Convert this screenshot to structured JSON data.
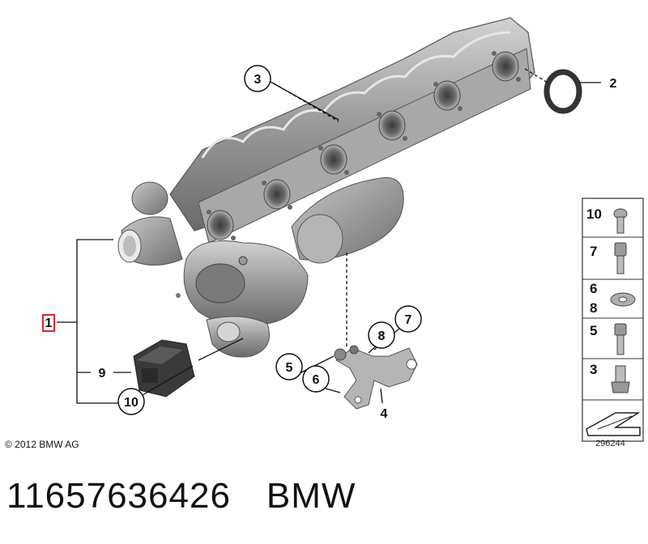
{
  "callouts": {
    "c1": "1",
    "c2": "2",
    "c3": "3",
    "c4": "4",
    "c5": "5",
    "c6": "6",
    "c7": "7",
    "c8": "8",
    "c9": "9",
    "c10": "10"
  },
  "legend": {
    "rows": [
      "10",
      "7",
      "6",
      "8",
      "5",
      "3"
    ]
  },
  "copyright": "© 2012 BMW AG",
  "diagram_number": "296244",
  "footer": {
    "part_number": "11657636426",
    "brand": "BMW"
  },
  "colors": {
    "highlight_box": "#d9262b",
    "part_shading": "#8a8a8a"
  }
}
